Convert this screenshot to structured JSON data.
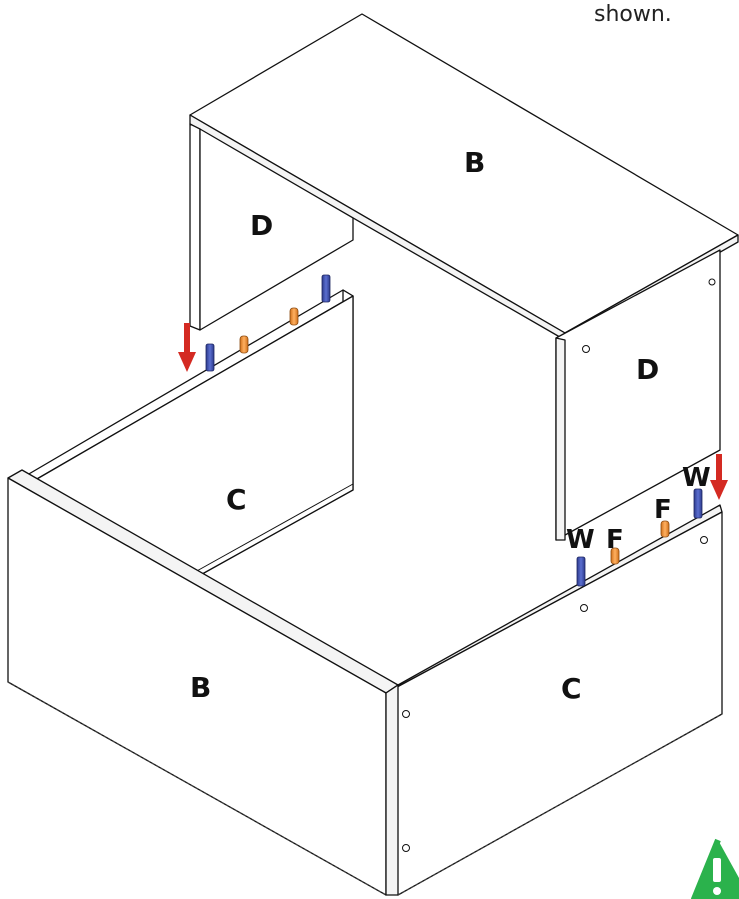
{
  "caption": "shown.",
  "labels": {
    "top_panel": "B",
    "left_upper_panel": "D",
    "right_upper_panel": "D",
    "back_panel": "C",
    "front_left_panel": "B",
    "front_right_panel": "C",
    "dowel_w_left": "W",
    "dowel_f": "F",
    "dowel_f_right": "F",
    "dowel_w_right": "W"
  },
  "colors": {
    "wood_dowel": "#f0922e",
    "cam_bolt": "#3a4ca8",
    "arrow": "#d42a22",
    "warning": "#2bb24c"
  },
  "icons": {
    "warning": "warning-icon",
    "arrow": "down-arrow-icon"
  }
}
